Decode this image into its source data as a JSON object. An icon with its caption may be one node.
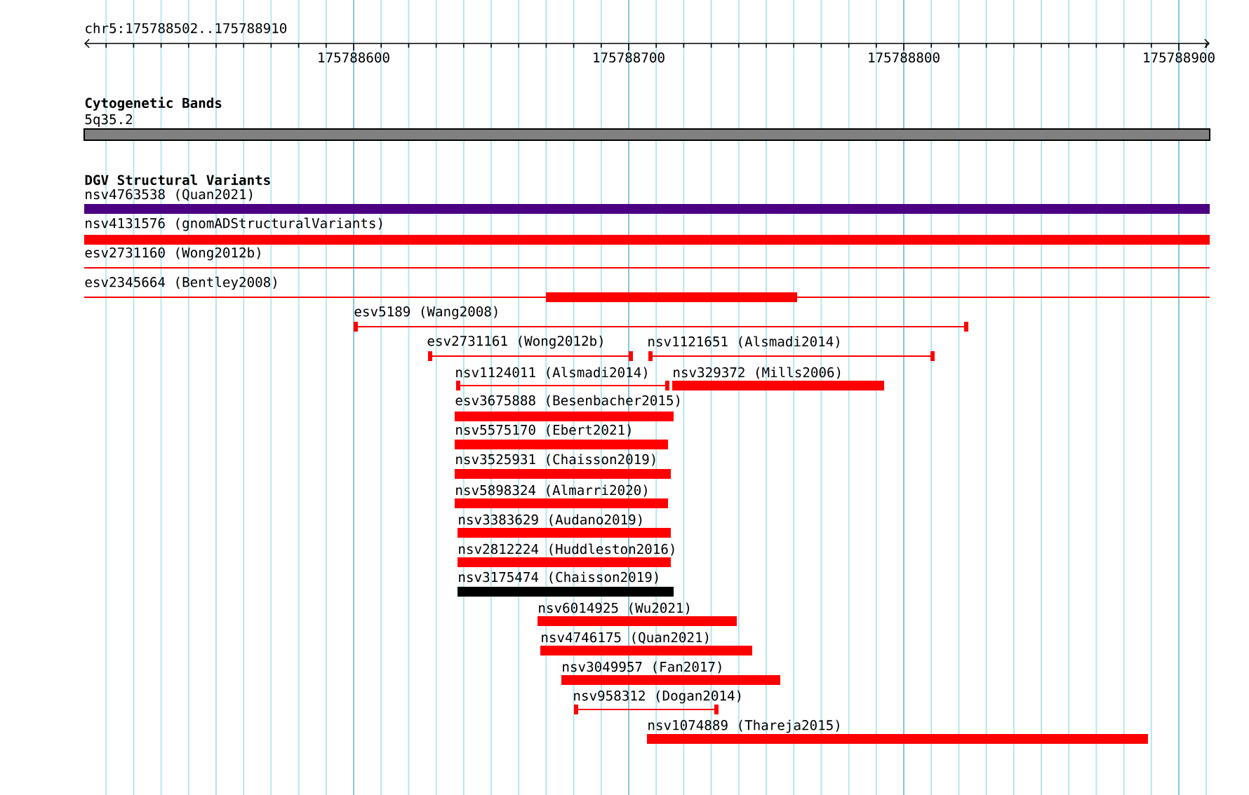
{
  "diagram": {
    "nodes": [
      {
        "text": [
          "5q35.2"
        ]
      },
      {
        "text": [
          "nsv4763538 (Quan2021)"
        ]
      },
      {
        "text": [
          "nsv4131576 (gnomADStructuralVariants)"
        ]
      },
      {
        "text": [
          "esv2731160 (Wong2012b)"
        ]
      },
      {
        "text": [
          "esv2345664 (Bentley2008)"
        ]
      },
      {
        "text": [
          "esv5189 (Wang2008)"
        ]
      },
      {
        "text": [
          "esv2731161 (Wong2012b)"
        ]
      },
      {
        "text": [
          "nsv1121651 (Alsmadi2014)"
        ]
      },
      {
        "text": [
          "nsv1124011 (Alsmadi2014)"
        ]
      },
      {
        "text": [
          "nsv329372 (Mills2006)"
        ]
      },
      {
        "text": [
          "esv3675888 (Besenbacher2015)"
        ]
      },
      {
        "text": [
          "nsv5575170 (Ebert2021)"
        ]
      },
      {
        "text": [
          "nsv3525931 (Chaisson2019)"
        ]
      },
      {
        "text": [
          "nsv5898324 (Almarri2020)"
        ]
      },
      {
        "text": [
          "nsv3383629 (Audano2019)"
        ]
      },
      {
        "text": [
          "nsv2812224 (Huddleston2016)"
        ]
      },
      {
        "text": [
          "nsv3175474 (Chaisson2019)"
        ]
      },
      {
        "text": [
          "nsv6014925 (Wu2021)"
        ]
      },
      {
        "text": [
          "nsv4746175 (Quan2021)"
        ]
      },
      {
        "text": [
          "nsv3049957 (Fan2017)"
        ]
      },
      {
        "text": [
          "nsv958312 (Dogan2014)"
        ]
      },
      {
        "text": [
          "nsv1074889 (Thareja2015)"
        ]
      }
    ],
    "labels": [
      "chr5:175788502..175788910",
      "175788600",
      "175788700",
      "175788800",
      "175788900",
      "Cytogenetic Bands",
      "DGV Structural Variants"
    ]
  }
}
